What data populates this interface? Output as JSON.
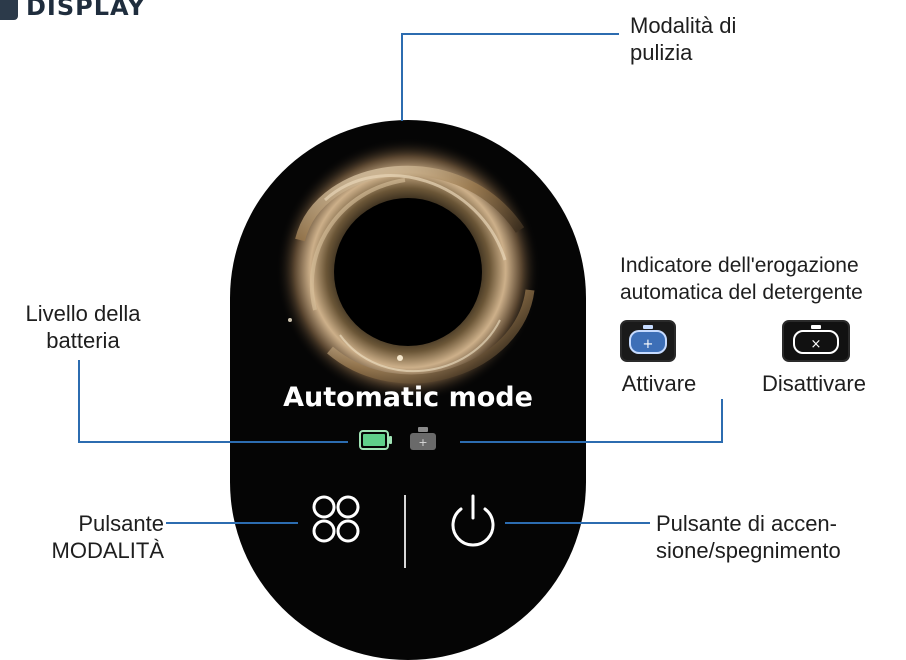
{
  "section": {
    "title": "DISPLAY",
    "accent": "#2c3a4a"
  },
  "device": {
    "mode_text": "Automatic mode",
    "battery_color": "#5fd08a",
    "line_color": "#2c6cb0"
  },
  "callouts": {
    "cleaning_mode": "Modalità di pulizia",
    "battery_level": "Livello della batteria",
    "detergent_indicator": "Indicatore dell'erogazione automatica del detergente",
    "activate": "Attivare",
    "deactivate": "Disattivare",
    "mode_button": "Pulsante MODALITÀ",
    "power_button": "Pulsante di accen- sione/spegnimento"
  },
  "icons": {
    "mode_button": "four-circles-icon",
    "power_button": "power-icon",
    "battery": "battery-icon",
    "detergent": "detergent-icon"
  }
}
